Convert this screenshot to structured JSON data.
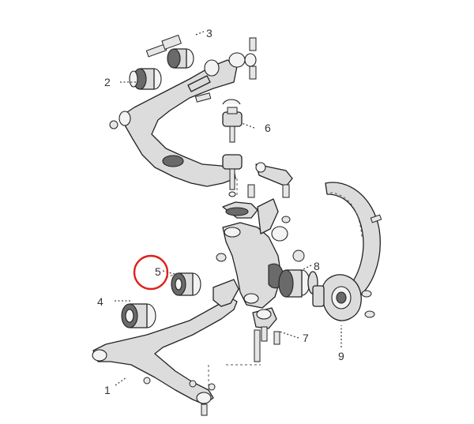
{
  "callouts": {
    "c1": "1",
    "c2": "2",
    "c3": "3",
    "c4": "4",
    "c5": "5",
    "c6": "6",
    "c7": "7",
    "c8": "8",
    "c9": "9"
  },
  "highlight": {
    "target": "5",
    "color": "#e0201b"
  },
  "colors": {
    "part_fill": "#dcdcdc",
    "outline": "#222222",
    "bushing_dark": "#6a6a6a"
  }
}
